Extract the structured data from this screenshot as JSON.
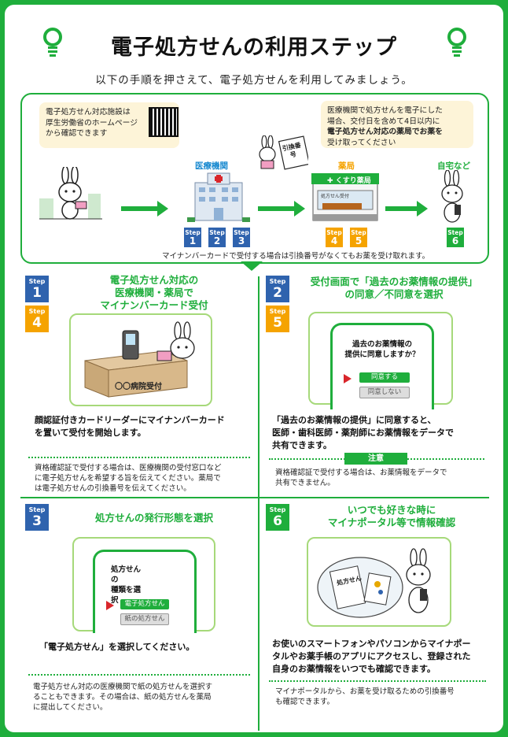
{
  "header": {
    "title": "電子処方せんの利用ステップ",
    "subtitle": "以下の手順を押さえて、電子処方せんを利用してみましょう。"
  },
  "flow": {
    "left_note_lines": [
      "電子処方せん対応施設は",
      "厚生労働省のホームページ",
      "から確認できます"
    ],
    "right_note_lines": [
      "医療機関で処方せんを電子にした",
      "場合、交付日を含めて4日以内に",
      "電子処方せん対応の薬局でお薬を",
      "受け取ってください"
    ],
    "places": {
      "hospital": "医療機関",
      "pharmacy": "薬局",
      "home": "自宅など"
    },
    "ticket_label": "引換番号",
    "pharmacy_sign": "くすり薬局",
    "pharmacy_counter": "処方せん受付",
    "step_word": "Step",
    "hospital_steps": [
      "1",
      "2",
      "3"
    ],
    "pharmacy_steps": [
      "4",
      "5"
    ],
    "home_steps": [
      "6"
    ],
    "footer": "マイナンバーカードで受付する場合は引換番号がなくてもお薬を受け取れます。"
  },
  "sections": {
    "s14": {
      "badges": [
        "1",
        "4"
      ],
      "title_lines": [
        "電子処方せん対応の",
        "医療機関・薬局で",
        "マイナンバーカード受付"
      ],
      "counter_label": "〇〇病院受付",
      "desc_lines": [
        "顔認証付きカードリーダーにマイナンバーカード",
        "を置いて受付を開始します。"
      ],
      "note_lines": [
        "資格確認証で受付する場合は、医療機関の受付窓口など",
        "に電子処方せんを希望する旨を伝えてください。薬局で",
        "は電子処方せんの引換番号を伝えてください。"
      ]
    },
    "s25": {
      "badges": [
        "2",
        "5"
      ],
      "title_lines": [
        "受付画面で「過去のお薬情報の提供」",
        "の同意／不同意を選択"
      ],
      "screen_question": [
        "過去のお薬情報の",
        "提供に同意しますか？"
      ],
      "agree": "同意する",
      "disagree": "同意しない",
      "desc_lines": [
        "「過去のお薬情報の提供」に同意すると、",
        "医師・歯科医師・薬剤師にお薬情報をデータで",
        "共有できます。"
      ],
      "notice_label": "注意",
      "note_lines": [
        "資格確認証で受付する場合は、お薬情報をデータで",
        "共有できません。"
      ]
    },
    "s3": {
      "badge": "3",
      "title": "処方せんの発行形態を選択",
      "screen_question": [
        "処方せんの",
        "種類を選択"
      ],
      "electronic": "電子処方せん",
      "paper": "紙の処方せん",
      "desc": "「電子処方せん」を選択してください。",
      "note_lines": [
        "電子処方せん対応の医療機関で紙の処方せんを選択す",
        "ることもできます。その場合は、紙の処方せんを薬局",
        "に提出してください。"
      ]
    },
    "s6": {
      "badge": "6",
      "title_lines": [
        "いつでも好きな時に",
        "マイナポータル等で情報確認"
      ],
      "doc_label": "処方せん",
      "desc_lines": [
        "お使いのスマートフォンやパソコンからマイナポー",
        "タルやお薬手帳のアプリにアクセスし、登録された",
        "自身のお薬情報をいつでも確認できます。"
      ],
      "note_lines": [
        "マイナポータルから、お薬を受け取るための引換番号",
        "も確認できます。"
      ]
    }
  },
  "colors": {
    "green": "#1fae3c",
    "blue": "#2f63ae",
    "orange": "#f5a300",
    "cream": "#fdf4d8",
    "red": "#d9262b"
  }
}
